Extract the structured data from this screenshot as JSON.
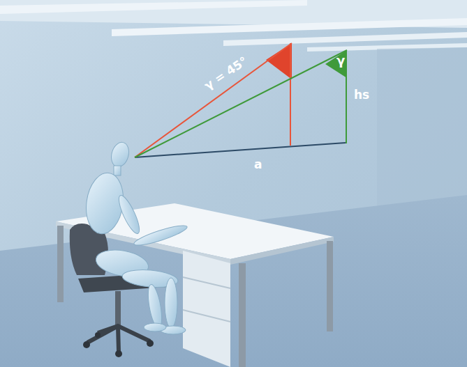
{
  "diagram": {
    "labels": [
      "γ = 45°",
      "γ",
      "hs",
      "a"
    ]
  }
}
